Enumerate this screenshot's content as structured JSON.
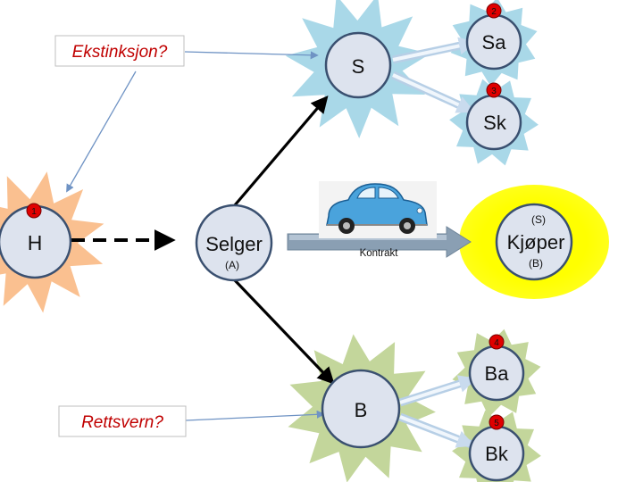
{
  "nodes": {
    "H": "H",
    "Selger": "Selger",
    "Selger_sub": "(A)",
    "Kjoper": "Kjøper",
    "Kjoper_top": "(S)",
    "Kjoper_sub": "(B)",
    "S": "S",
    "Sa": "Sa",
    "Sk": "Sk",
    "B": "B",
    "Ba": "Ba",
    "Bk": "Bk"
  },
  "badges": {
    "one": "1",
    "two": "2",
    "three": "3",
    "four": "4",
    "five": "5"
  },
  "labels": {
    "ekstinksjon": "Ekstinksjon?",
    "rettsvern": "Rettsvern?",
    "kontrakt": "Kontrakt"
  },
  "colors": {
    "blue_burst": "#a9d8e8",
    "green_burst": "#c3d69b",
    "orange_burst": "#fac090",
    "yellow_glow": "#ffff00",
    "node_fill": "#dde3ee",
    "node_stroke": "#3a5070",
    "label_red": "#c00000",
    "badge_red": "#e00000",
    "arrow_light": "#b7cfe6"
  }
}
